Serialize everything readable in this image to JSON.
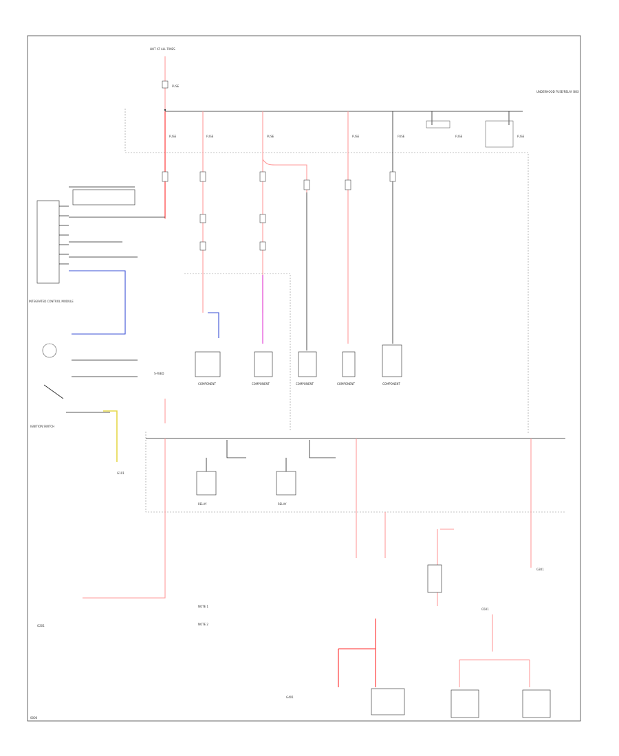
{
  "diagram": {
    "page_code": "0000",
    "top_feed_label": "HOT AT ALL TIMES",
    "fuse_box_label": "UNDERHOOD FUSE/RELAY BOX",
    "fuse_labels": [
      "FUSE",
      "FUSE",
      "FUSE",
      "FUSE",
      "FUSE",
      "FUSE",
      "FUSE",
      "FUSE"
    ],
    "splice_label": "S-FEED",
    "left_module_label": "INTEGRATED CONTROL MODULE",
    "left_switch_label": "IGNITION SWITCH",
    "ground_labels": [
      "G101",
      "G201",
      "G301",
      "G401",
      "G501"
    ],
    "relay_labels": [
      "RELAY",
      "RELAY"
    ],
    "component_labels": [
      "COMPONENT",
      "COMPONENT",
      "COMPONENT",
      "COMPONENT",
      "COMPONENT"
    ],
    "bottom_center_notes": [
      "NOTE 1",
      "NOTE 2"
    ],
    "wire_colors": {
      "red": "#ff2a2a",
      "light_red": "#ff9a9a",
      "blue": "#3a4fd6",
      "magenta": "#e03ad6",
      "yellow": "#e6d84a"
    }
  }
}
